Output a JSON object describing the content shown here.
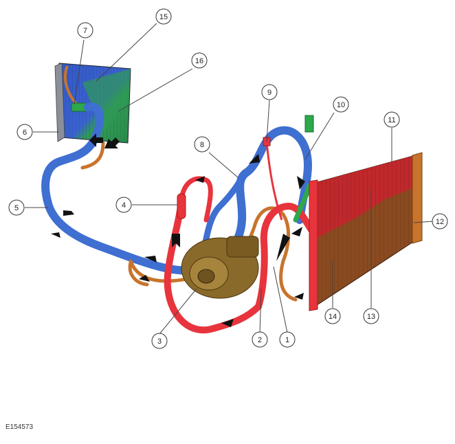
{
  "figure_id": "E154573",
  "callouts": {
    "c1": "1",
    "c2": "2",
    "c3": "3",
    "c4": "4",
    "c5": "5",
    "c6": "6",
    "c7": "7",
    "c8": "8",
    "c9": "9",
    "c10": "10",
    "c11": "11",
    "c12": "12",
    "c13": "13",
    "c14": "14",
    "c15": "15",
    "c16": "16"
  },
  "colors": {
    "high_pressure_gas": "#e8343c",
    "low_pressure_gas": "#3f6fd1",
    "high_pressure_liquid": "#c8742c",
    "low_pressure_liquid": "#2da84a",
    "compressor": "#8a6a2a"
  }
}
